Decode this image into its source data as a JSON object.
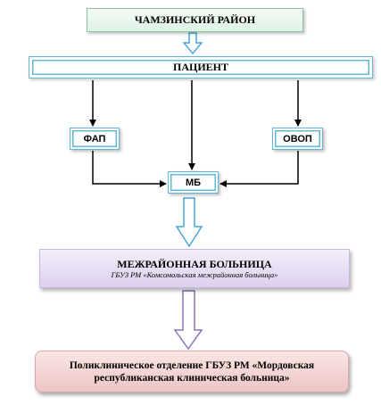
{
  "nodes": {
    "district": "ЧАМЗИНСКИЙ РАЙОН",
    "patient": "ПАЦИЕНТ",
    "fap": "ФАП",
    "ovop": "ОВОП",
    "mb": "МБ",
    "interdistrict_title": "МЕЖРАЙОННАЯ БОЛЬНИЦА",
    "interdistrict_subtitle": "ГБУЗ РМ «Комсомольская межрайонная больница»",
    "clinic_line1": "Поликлиническое отделение ГБУЗ РМ «Мордовская",
    "clinic_line2": "республиканская клиническая больница»"
  },
  "colors": {
    "arrow_hollow_blue": "#4aa7d6",
    "arrow_hollow_purple": "#8e72b8",
    "connector": "#000000"
  }
}
